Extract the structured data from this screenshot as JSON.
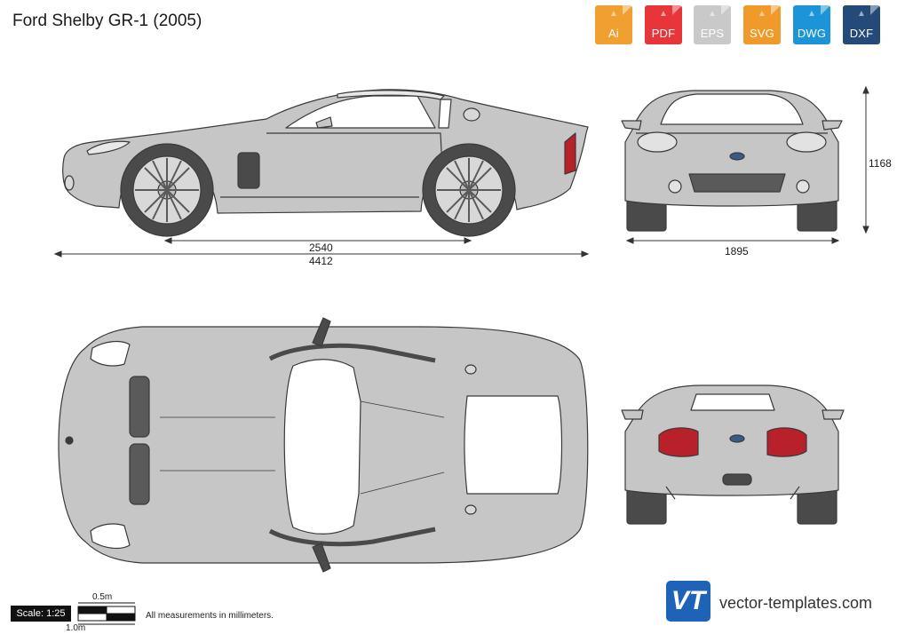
{
  "title": "Ford Shelby GR-1 (2005)",
  "formats": [
    {
      "label": "Ai",
      "color": "#f0a030",
      "icon": "ai-file-icon"
    },
    {
      "label": "PDF",
      "color": "#e8353a",
      "icon": "pdf-file-icon"
    },
    {
      "label": "EPS",
      "color": "#c9c9c9",
      "icon": "eps-file-icon"
    },
    {
      "label": "SVG",
      "color": "#f19a2c",
      "icon": "svg-file-icon"
    },
    {
      "label": "DWG",
      "color": "#1c95d8",
      "icon": "dwg-file-icon"
    },
    {
      "label": "DXF",
      "color": "#244a7a",
      "icon": "dxf-file-icon"
    }
  ],
  "dimensions": {
    "wheelbase": "2540",
    "length": "4412",
    "height": "1168",
    "width": "1895"
  },
  "scale": {
    "label": "Scale: 1:25",
    "half": "0.5m",
    "full": "1.0m"
  },
  "note": "All measurements in millimeters.",
  "brand": {
    "logo_text": "VT",
    "site": "vector-templates.com"
  },
  "watermark": "vector-templates.com",
  "colors": {
    "body": "#c6c6c6",
    "outline": "#3a3a3a",
    "tire": "#4a4a4a",
    "glass": "#ffffff",
    "taillight": "#b8202a",
    "brand_blue": "#1e63b8"
  }
}
